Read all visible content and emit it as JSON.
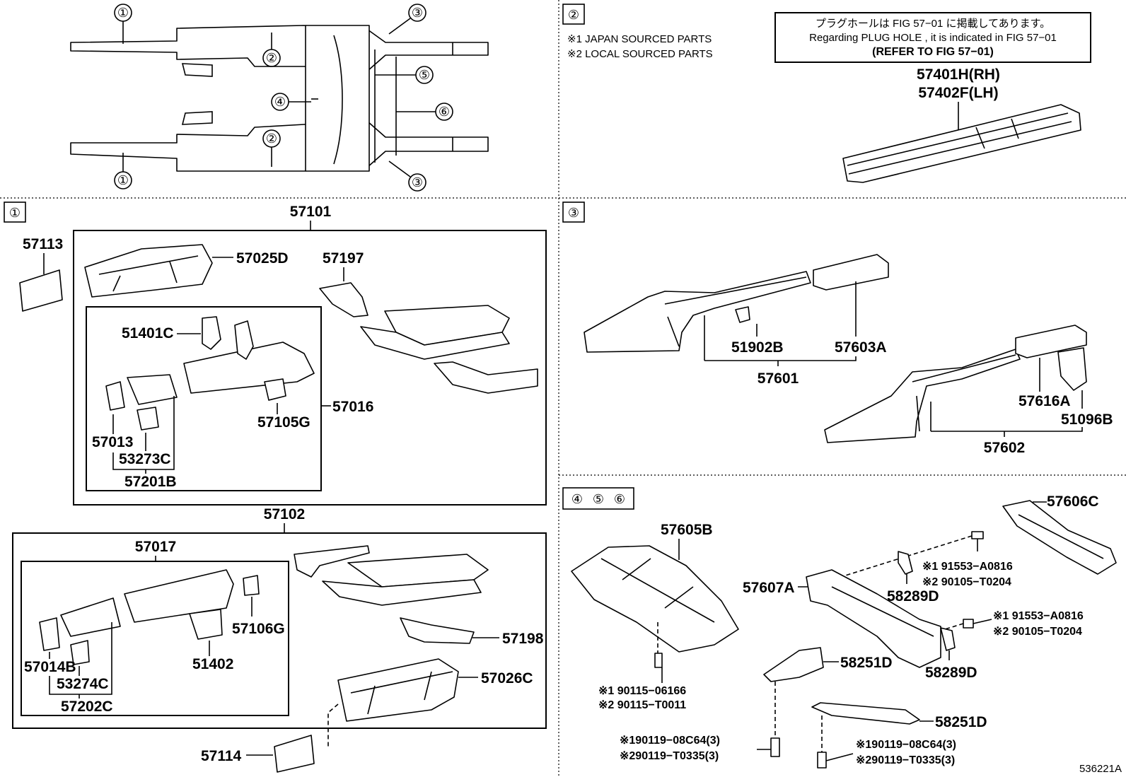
{
  "callouts": [
    "①",
    "②",
    "③",
    "④",
    "⑤",
    "⑥"
  ],
  "section_headers": {
    "s1": "①",
    "s2": "②",
    "s3": "③",
    "s456": [
      "④",
      "⑤",
      "⑥"
    ]
  },
  "notes": {
    "japan": "※1 JAPAN SOURCED PARTS",
    "local": "※2 LOCAL SOURCED PARTS",
    "plug_jp": "プラグホールは FIG 57−01 に掲載してあります。",
    "plug_en": "Regarding  PLUG  HOLE , it is indicated in FIG  57−01",
    "plug_ref": "(REFER  TO  FIG 57−01)"
  },
  "section2": {
    "part_rh": "57401H(RH)",
    "part_lh": "57402F(LH)"
  },
  "section1": {
    "group_upper": "57101",
    "group_lower": "57102",
    "labels": {
      "p57113": "57113",
      "p57025D": "57025D",
      "p57197": "57197",
      "p51401C": "51401C",
      "p57016": "57016",
      "p57105G": "57105G",
      "p57013": "57013",
      "p53273C": "53273C",
      "p57201B": "57201B",
      "p57017": "57017",
      "p57106G": "57106G",
      "p51402": "51402",
      "p57014B": "57014B",
      "p53274C": "53274C",
      "p57202C": "57202C",
      "p57198": "57198",
      "p57026C": "57026C",
      "p57114": "57114"
    }
  },
  "section3": {
    "labels": {
      "p51902B": "51902B",
      "p57603A": "57603A",
      "p57601": "57601",
      "p57616A": "57616A",
      "p51096B": "51096B",
      "p57602": "57602"
    }
  },
  "section456": {
    "labels": {
      "p57605B": "57605B",
      "p57606C": "57606C",
      "p57607A": "57607A",
      "p58289D_a": "58289D",
      "p58289D_b": "58289D",
      "p58251D_a": "58251D",
      "p58251D_b": "58251D"
    },
    "fasteners": {
      "f1a": "※1 91553−A0816",
      "f1b": "※2 90105−T0204",
      "f2a": "※1 91553−A0816",
      "f2b": "※2 90105−T0204",
      "f3a": "※1 90115−06166",
      "f3b": "※2 90115−T0011",
      "f4a": "※190119−08C64(3)",
      "f4b": "※290119−T0335(3)",
      "f5a": "※190119−08C64(3)",
      "f5b": "※290119−T0335(3)"
    }
  },
  "figure_id": "536221A"
}
